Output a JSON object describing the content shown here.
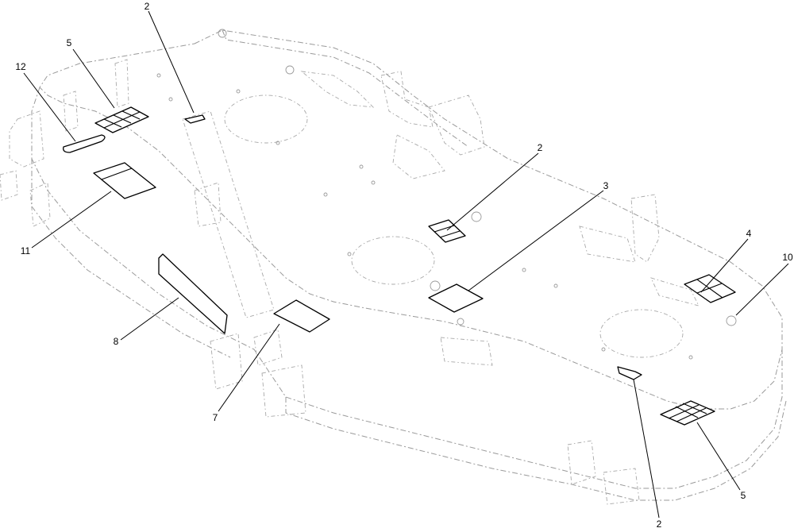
{
  "callouts": {
    "c2_top": "2",
    "c5_left": "5",
    "c12": "12",
    "c11": "11",
    "c8": "8",
    "c7": "7",
    "c2_mid": "2",
    "c3": "3",
    "c4": "4",
    "c10": "10",
    "c5_right": "5",
    "c2_bottom": "2"
  },
  "colors": {
    "outline": "#9a9a9a",
    "decal": "#000000",
    "background": "#ffffff"
  }
}
